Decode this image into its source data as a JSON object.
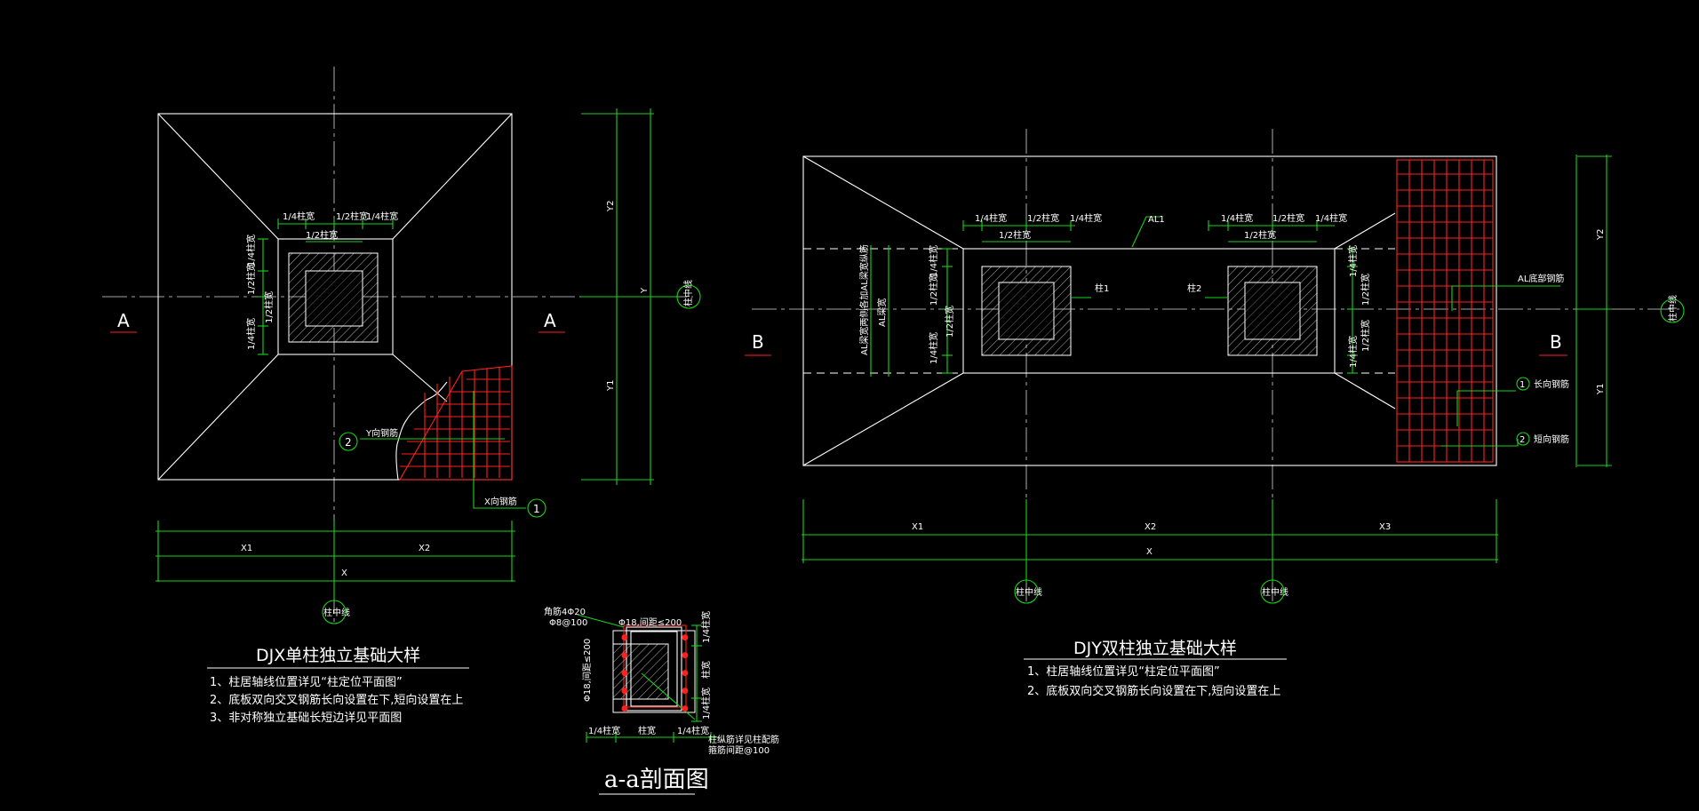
{
  "colors": {
    "background": "#000000",
    "line": "#ffffff",
    "dimension": "#19d219",
    "rebar": "#ff2020"
  },
  "djx": {
    "title": "DJX单柱独立基础大样",
    "notes": [
      "1、柱居轴线位置详见“柱定位平面图”",
      "2、底板双向交叉钢筋长向设置在下,短向设置在上",
      "3、非对称独立基础长短边详见平面图"
    ],
    "section_marks": [
      "A",
      "A"
    ],
    "dim_top": [
      "1/4柱宽",
      "1/2柱宽",
      "1/4柱宽",
      "1/2柱宽"
    ],
    "dim_left": [
      "1/4柱宽",
      "1/2柱宽",
      "1/2柱宽",
      "1/4柱宽"
    ],
    "dim_bottom": [
      "X1",
      "X2",
      "X"
    ],
    "dim_right": [
      "Y2",
      "Y",
      "Y1"
    ],
    "rebar_labels": [
      "Y向钢筋",
      "X向钢筋"
    ],
    "callouts": [
      "2",
      "1"
    ],
    "axis_labels": [
      "柱中线",
      "柱中线"
    ]
  },
  "djy": {
    "title": "DJY双柱独立基础大样",
    "notes": [
      "1、柱居轴线位置详见“柱定位平面图”",
      "2、底板双向交叉钢筋长向设置在下,短向设置在上"
    ],
    "section_marks": [
      "B",
      "B"
    ],
    "dim_top_left": [
      "1/4柱宽",
      "1/2柱宽",
      "1/4柱宽",
      "1/2柱宽"
    ],
    "dim_top_right": [
      "1/4柱宽",
      "1/2柱宽",
      "1/4柱宽",
      "1/2柱宽"
    ],
    "dim_left": [
      "1/4柱宽",
      "1/2柱宽",
      "1/2柱宽",
      "1/4柱宽"
    ],
    "dim_right": [
      "1/4柱宽",
      "1/2柱宽",
      "1/2柱宽",
      "1/4柱宽"
    ],
    "dim_bottom": [
      "X1",
      "X2",
      "X3",
      "X"
    ],
    "dim_right_outer": [
      "Y2",
      "Y1"
    ],
    "labels": {
      "beam": "AL1",
      "col1": "柱1",
      "col2": "柱2",
      "beam_rebar": "AL底部钢筋",
      "beam_left_v": "AL梁宽",
      "beam_left_note": "AL梁宽两侧各加AL梁宽纵筋"
    },
    "rebar_labels": [
      "长向钢筋",
      "短向钢筋"
    ],
    "callouts": [
      "1",
      "2"
    ],
    "axis_labels": [
      "柱中线",
      "柱中线",
      "柱中线"
    ]
  },
  "section": {
    "title": "a-a剖面图",
    "labels": [
      "角筋4Φ20",
      "Φ8@100",
      "Φ18,间距≤200",
      "Φ18,间距≤200",
      "1/4柱宽",
      "柱宽",
      "1/4柱宽"
    ],
    "right_dims": [
      "1/4柱宽",
      "柱宽",
      "1/4柱宽"
    ],
    "bottom_dims": [
      "1/4柱宽",
      "柱宽",
      "1/4柱宽"
    ],
    "note1": "柱纵筋详见柱配筋",
    "note2": "箍筋间距@100"
  }
}
